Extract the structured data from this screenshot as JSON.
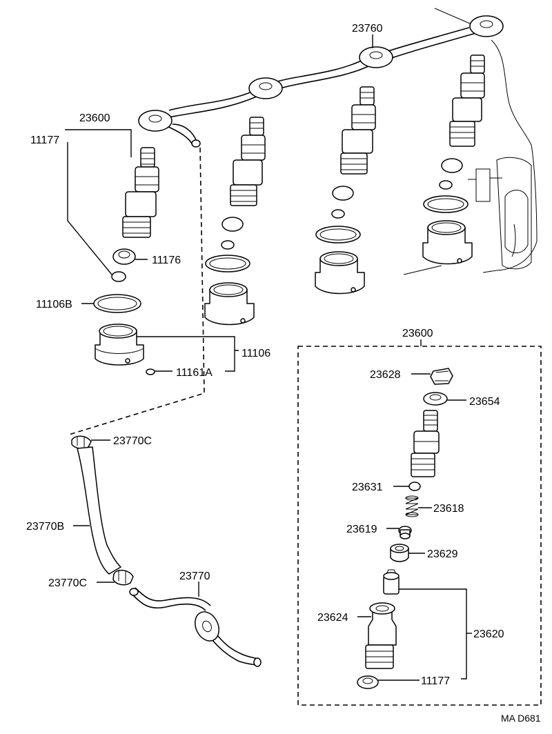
{
  "diagram": {
    "labels": {
      "l23760": "23760",
      "l23600_top": "23600",
      "l11177_top": "11177",
      "l11176": "11176",
      "l11106b": "11106B",
      "l11106": "11106",
      "l11161a": "11161A",
      "l23770c_top": "23770C",
      "l23770b": "23770B",
      "l23770c_bot": "23770C",
      "l23770": "23770",
      "l23600_box": "23600",
      "l23628": "23628",
      "l23654": "23654",
      "l23631": "23631",
      "l23618": "23618",
      "l23619": "23619",
      "l23629": "23629",
      "l23624": "23624",
      "l23620": "23620",
      "l11177_box": "11177",
      "footer_code": "MA  D681"
    },
    "colors": {
      "ink": "#000000",
      "paper": "#ffffff"
    }
  }
}
